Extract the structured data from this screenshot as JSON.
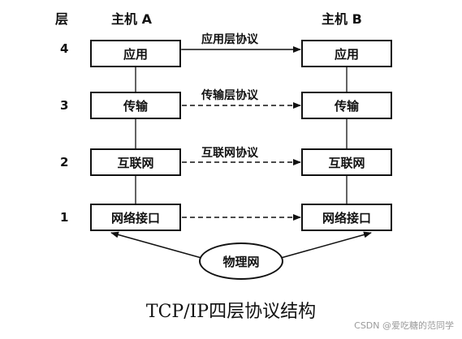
{
  "headers": {
    "layer": "层",
    "host_a": "主机 A",
    "host_b": "主机 B"
  },
  "layers": [
    {
      "num": "4",
      "name": "应用",
      "protocol": "应用层协议"
    },
    {
      "num": "3",
      "name": "传输",
      "protocol": "传输层协议"
    },
    {
      "num": "2",
      "name": "互联网",
      "protocol": "互联网协议"
    },
    {
      "num": "1",
      "name": "网络接口",
      "protocol": ""
    }
  ],
  "medium": "物理网",
  "caption": "TCP/IP四层协议结构",
  "watermark": "CSDN @爱吃糖的范同学"
}
